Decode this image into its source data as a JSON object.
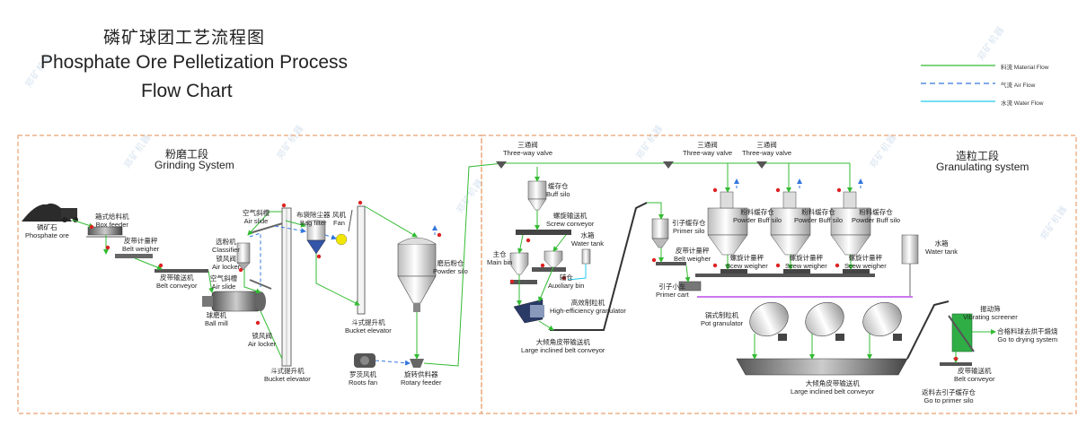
{
  "title": {
    "cn": "磷矿球团工艺流程图",
    "en_line1": "Phosphate Ore Pelletization Process",
    "en_line2": "Flow Chart"
  },
  "legend": [
    {
      "label": "料流 Material Flow",
      "color": "#33bb33"
    },
    {
      "label": "气流 Air Flow",
      "color": "#3377dd"
    },
    {
      "label": "水流 Water Flow",
      "color": "#22ccee"
    }
  ],
  "sections": {
    "grinding": {
      "cn": "粉磨工段",
      "en": "Grinding System"
    },
    "granulating": {
      "cn": "造粒工段",
      "en": "Granulating system"
    }
  },
  "labels": {
    "phosphate_ore": {
      "cn": "磷矿石",
      "en": "Phosphate ore"
    },
    "box_feeder": {
      "cn": "箱式给料机",
      "en": "Box feeder"
    },
    "belt_weigher": {
      "cn": "皮带计量秤",
      "en": "Belt weigher"
    },
    "belt_conveyor": {
      "cn": "皮带输送机",
      "en": "Belt conveyor"
    },
    "air_slide_top": {
      "cn": "空气斜槽",
      "en": "Air slide"
    },
    "classifier": {
      "cn": "选粉机",
      "en": "Classifier"
    },
    "air_locker_top": {
      "cn": "锁风阀",
      "en": "Air locker"
    },
    "air_slide_mid": {
      "cn": "空气斜槽",
      "en": "Air slide"
    },
    "ball_mill": {
      "cn": "球磨机",
      "en": "Ball mill"
    },
    "air_locker_bottom": {
      "cn": "锁风阀",
      "en": "Air locker"
    },
    "bucket_elevator_1": {
      "cn": "斗式提升机",
      "en": "Bucket elevator"
    },
    "bag_filter": {
      "cn": "布袋除尘器",
      "en": "Bag filter"
    },
    "fan": {
      "cn": "风机",
      "en": "Fan"
    },
    "bucket_elevator_2": {
      "cn": "斗式提升机",
      "en": "Bucket elevator"
    },
    "powder_silo": {
      "cn": "磨后粉仓",
      "en": "Powder silo"
    },
    "roots_fan": {
      "cn": "罗茨风机",
      "en": "Roots fan"
    },
    "rotary_feeder": {
      "cn": "旋转供料器",
      "en": "Rotary feeder"
    },
    "three_way_1": {
      "cn": "三通阀",
      "en": "Three-way valve"
    },
    "buff_silo": {
      "cn": "缓存仓",
      "en": "Buff silo"
    },
    "screw_conveyor": {
      "cn": "螺旋输送机",
      "en": "Screw conveyor"
    },
    "water_tank_1": {
      "cn": "水箱",
      "en": "Water tank"
    },
    "main_bin": {
      "cn": "主仓",
      "en": "Main bin"
    },
    "auxiliary_bin": {
      "cn": "辅仓",
      "en": "Auxiliary bin"
    },
    "high_eff_granulator": {
      "cn": "高效制粒机",
      "en": "High-efficiency granulator"
    },
    "large_inclined_1": {
      "cn": "大倾角皮带输送机",
      "en": "Large inclined belt conveyor"
    },
    "primer_silo": {
      "cn": "引子缓存仓",
      "en": "Primer silo"
    },
    "belt_weigher_2": {
      "cn": "皮带计量秤",
      "en": "Belt weigher"
    },
    "primer_cart": {
      "cn": "引子小车",
      "en": "Primer cart"
    },
    "three_way_2": {
      "cn": "三通阀",
      "en": "Three-way valve"
    },
    "three_way_3": {
      "cn": "三通阀",
      "en": "Three-way valve"
    },
    "powder_buff_silo_1": {
      "cn": "粉料缓存仓",
      "en": "Powder Buff silo"
    },
    "powder_buff_silo_2": {
      "cn": "粉料缓存仓",
      "en": "Powder Buff silo"
    },
    "powder_buff_silo_3": {
      "cn": "粉料缓存仓",
      "en": "Powder Buff silo"
    },
    "screw_weigher_1": {
      "cn": "螺旋计量秤",
      "en": "Scew weigher"
    },
    "screw_weigher_2": {
      "cn": "螺旋计量秤",
      "en": "Scew weigher"
    },
    "screw_weigher_3": {
      "cn": "螺旋计量秤",
      "en": "Scew weigher"
    },
    "water_tank_2": {
      "cn": "水箱",
      "en": "Water tank"
    },
    "pot_granulator": {
      "cn": "锅式制粒机",
      "en": "Pot granulator"
    },
    "vibrating_screener": {
      "cn": "振动筛",
      "en": "Vibrating screener"
    },
    "go_drying": {
      "cn": "合格料球去烘干煅烧",
      "en": "Go to drying system"
    },
    "large_inclined_2": {
      "cn": "大倾角皮带输送机",
      "en": "Large inclined belt conveyor"
    },
    "belt_conveyor_2": {
      "cn": "皮带输送机",
      "en": "Belt conveyor"
    },
    "go_primer": {
      "cn": "返料去引子缓存仓",
      "en": "Go to primer silo"
    }
  },
  "watermark": "郑矿机器",
  "colors": {
    "material": "#33bb33",
    "air": "#3377dd",
    "water": "#22ccee",
    "border": "#e8a070",
    "purple": "#cc77ee",
    "valve": "#dd2222"
  }
}
